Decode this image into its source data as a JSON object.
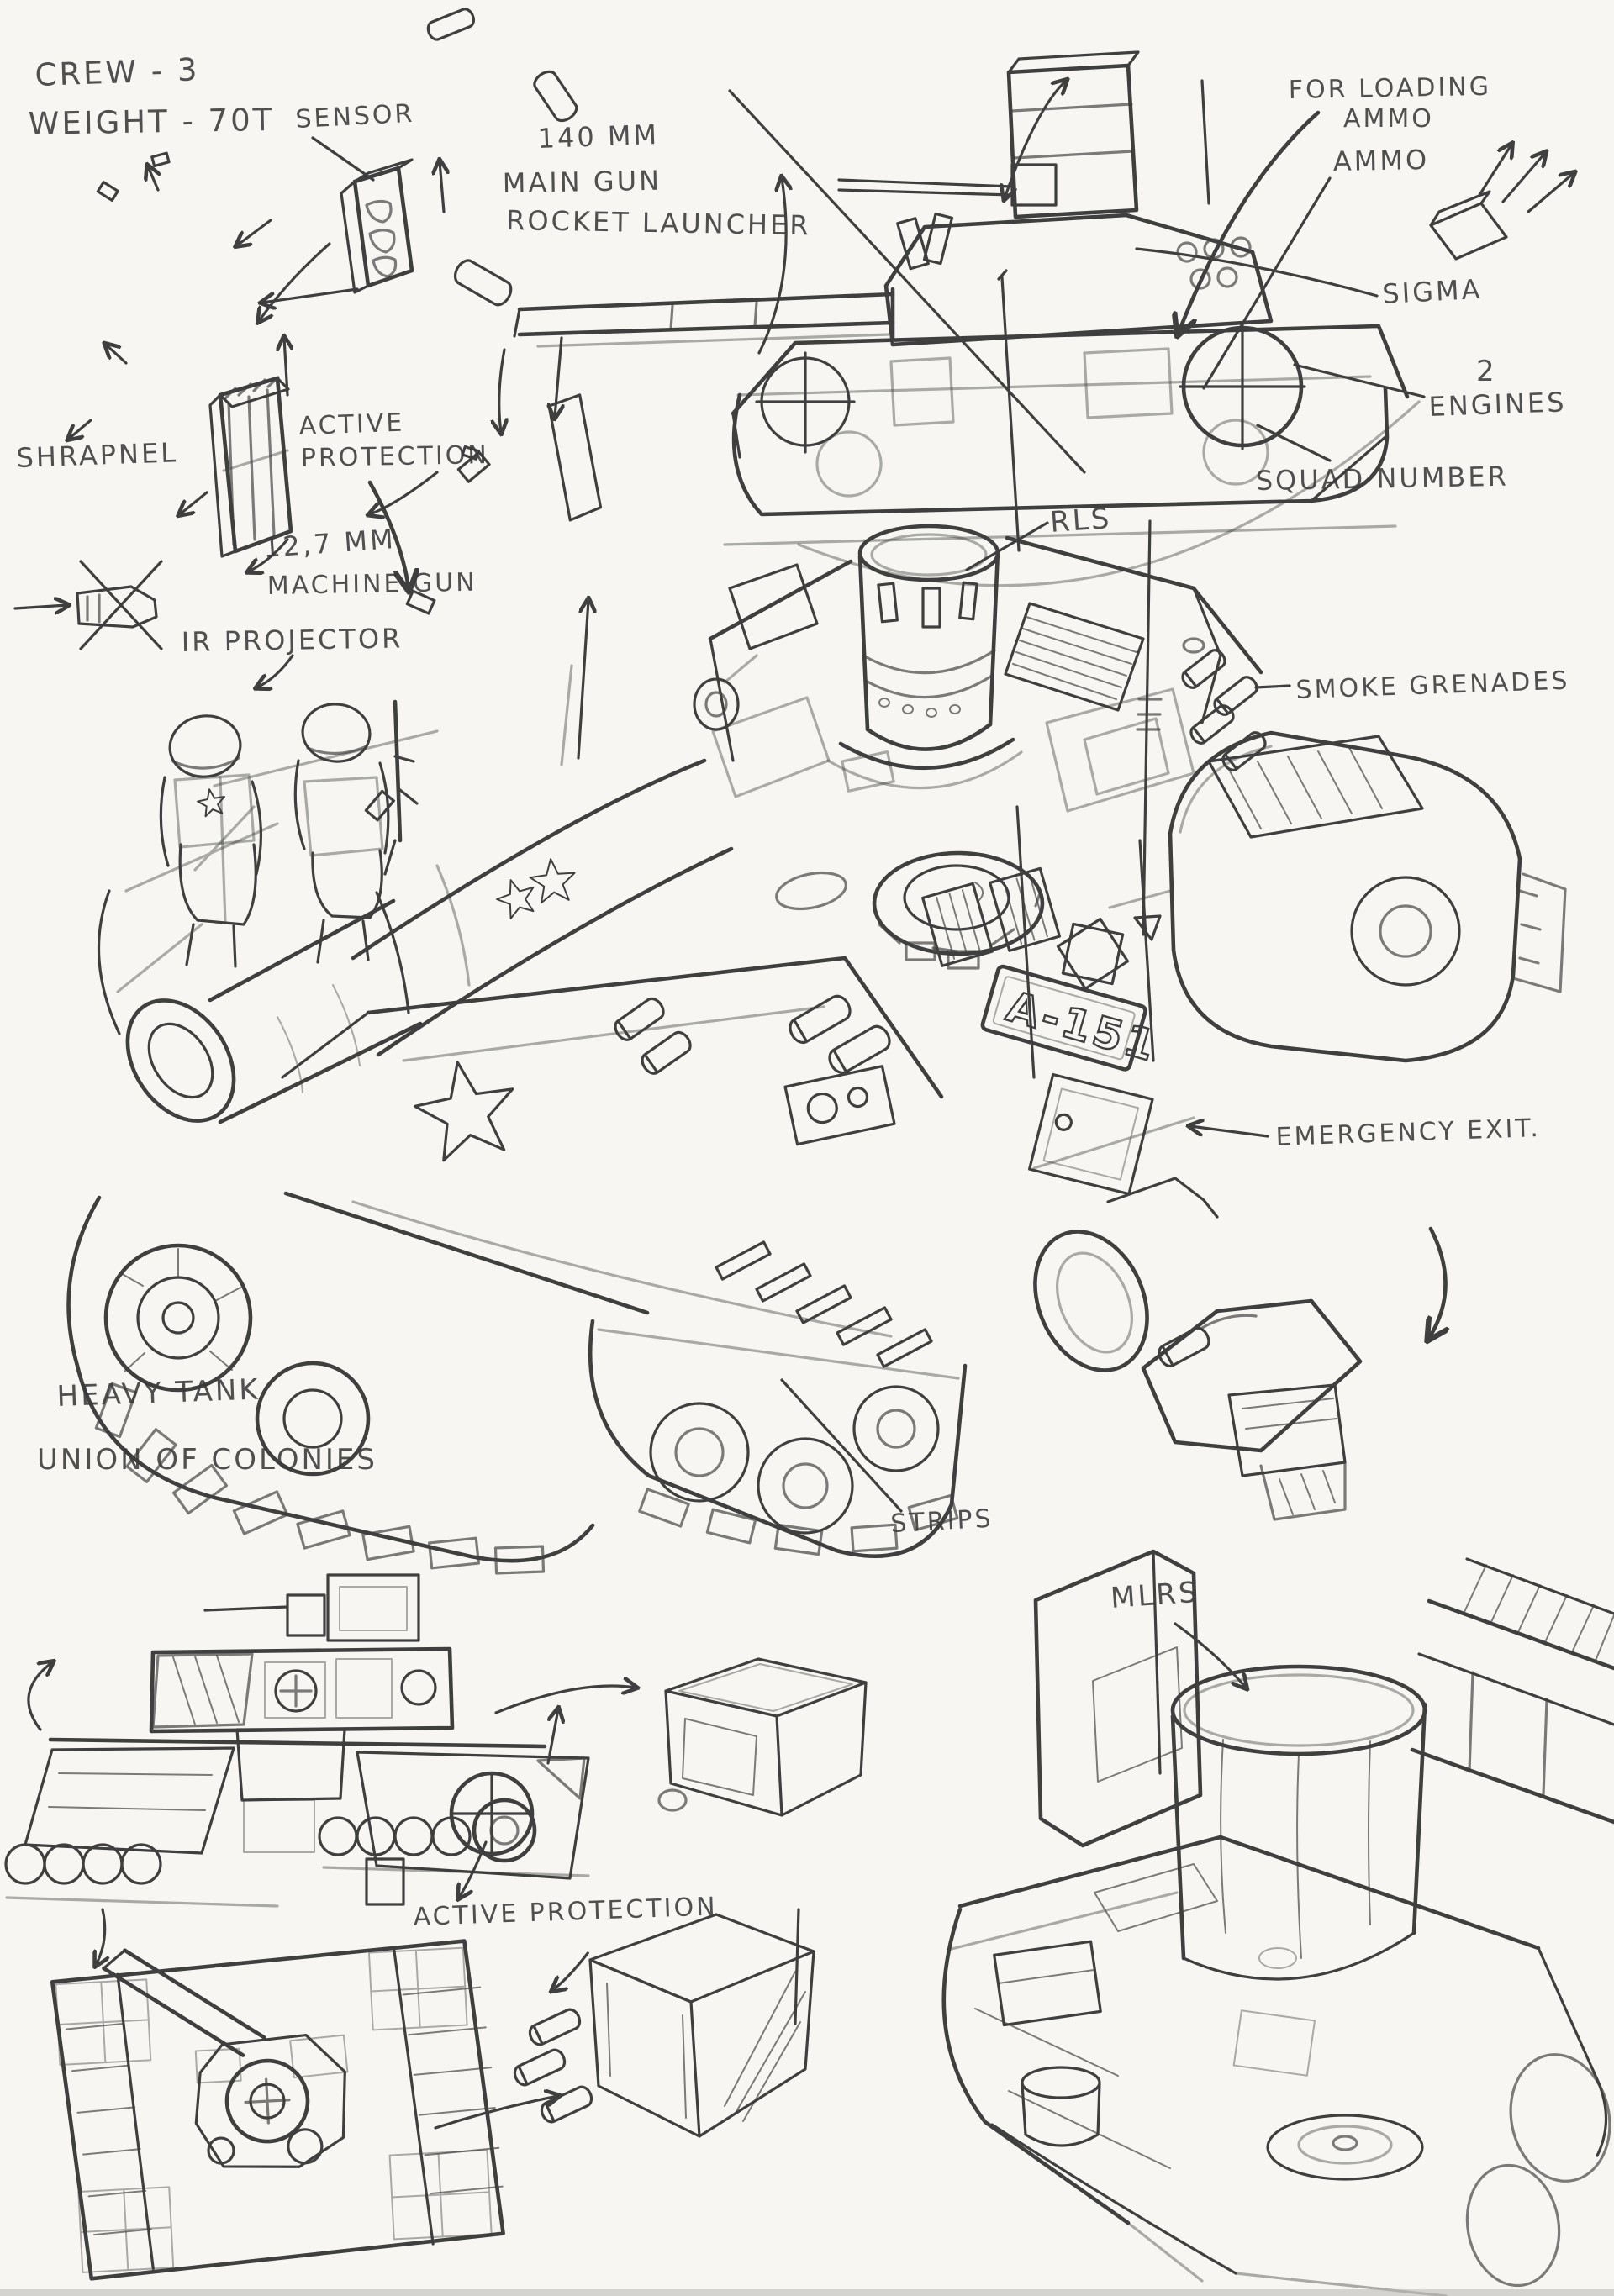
{
  "page": {
    "type": "pencil concept sketch",
    "subject": "Heavy tank concept with annotations",
    "paper_color": "#f7f6f2",
    "pencil_color": "#3f3f3f"
  },
  "specs": {
    "crew": "CREW - 3",
    "weight": "WEIGHT - 70T"
  },
  "title_block": {
    "line1": "HEAVY TANK",
    "line2": "UNION OF COLONIES"
  },
  "markings": {
    "hull_code": "A-151"
  },
  "annotations": {
    "sensor": "SENSOR",
    "shrapnel": "SHRAPNEL",
    "main_gun_caliber": "140 MM",
    "main_gun_line1": "MAIN GUN",
    "main_gun_line2": "ROCKET LAUNCHER",
    "for_loading_line1": "FOR LOADING",
    "for_loading_line2": "AMMO",
    "ammo": "AMMO",
    "sigma": "SIGMA",
    "engines_count": "2",
    "engines": "ENGINES",
    "squad_number": "SQUAD NUMBER",
    "active_protection_line1": "ACTIVE",
    "active_protection_line2": "PROTECTION",
    "machine_gun_caliber": "12,7 MM",
    "machine_gun": "MACHINE GUN",
    "rls": "RLS",
    "ir_projector": "IR PROJECTOR",
    "smoke_grenades": "SMOKE GRENADES",
    "emergency_exit": "EMERGENCY EXIT.",
    "strips": "STRIPS",
    "mlrs": "MLRS",
    "active_protection_bottom": "ACTIVE PROTECTION"
  }
}
